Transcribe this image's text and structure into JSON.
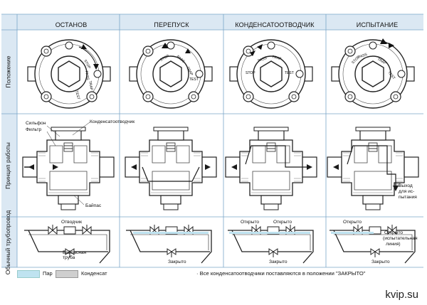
{
  "columns": [
    "ОСТАНОВ",
    "ПЕРЕПУСК",
    "КОНДЕНСАТООТВОДЧИК",
    "ИСПЫТАНИЕ"
  ],
  "rows": [
    "Положение",
    "Принцип работы",
    "Обычный трубопровод"
  ],
  "dial_labels": {
    "stop": [
      "STOP",
      "PASS",
      "TRAP",
      "TEST"
    ],
    "bypass": [
      "STOP",
      "PASS",
      "TRAP",
      "TEST"
    ],
    "trap": [
      "STOP",
      "PASS",
      "TRAP",
      "TEST"
    ],
    "test": [
      "STOP",
      "PASS",
      "TRAP",
      "TEST"
    ]
  },
  "section_labels": {
    "bellows": "Сильфон",
    "filter": "Фильтр",
    "trap": "Конденсатоотводчик",
    "bypass": "Байпас",
    "test_outlet_l1": "Выход",
    "test_outlet_l2": "для ис-",
    "test_outlet_l3": "пытания"
  },
  "piping_labels": {
    "c1_trap": "Отводчик",
    "c1_bypass_l1": "Байпасная",
    "c1_bypass_l2": "труба",
    "c2_closed": "Закрыто",
    "c3_open_a": "Открыто",
    "c3_open_b": "Открыто",
    "c3_closed": "Закрыто",
    "c4_open_a": "Открыто",
    "c4_open_b": "Открыто",
    "c4_test_l1": "(испытательная",
    "c4_test_l2": "линия)",
    "c4_closed": "Закрыто"
  },
  "legend": {
    "steam": "Пар",
    "condensate": "Конденсат",
    "steam_color": "#bfe3f0",
    "condensate_color": "#cfcfcf"
  },
  "note": "· Все конденсатоотводчики поставляются в положении \"ЗАКРЫТО\"",
  "watermark": "kvip.su",
  "header_color": "#dbe8f3"
}
